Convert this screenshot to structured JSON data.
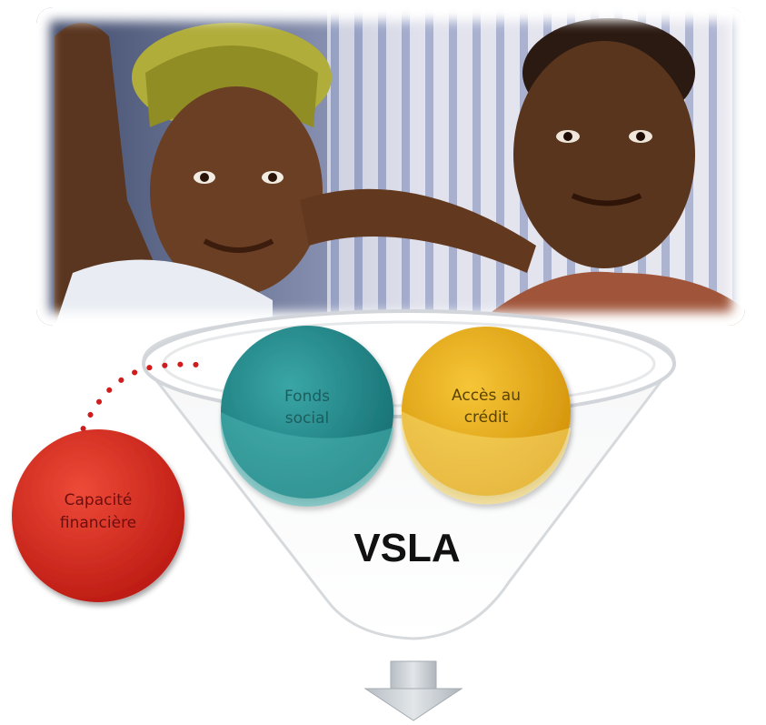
{
  "photo": {
    "subject": "two-women-portrait"
  },
  "funnel": {
    "label": "VSLA"
  },
  "circles": {
    "fonds_social": {
      "line1": "Fonds",
      "line2": "social",
      "color": "#1f8a8c"
    },
    "acces_credit": {
      "line1": "Accès au",
      "line2": "crédit",
      "color": "#e9a811"
    },
    "capacite_financiere": {
      "line1": "Capacité",
      "line2": "financière",
      "color": "#d42a1e"
    }
  },
  "connector": {
    "color": "#d01c1c",
    "style": "dotted"
  },
  "arrow": {
    "direction": "down",
    "color": "#c9cfd3"
  }
}
